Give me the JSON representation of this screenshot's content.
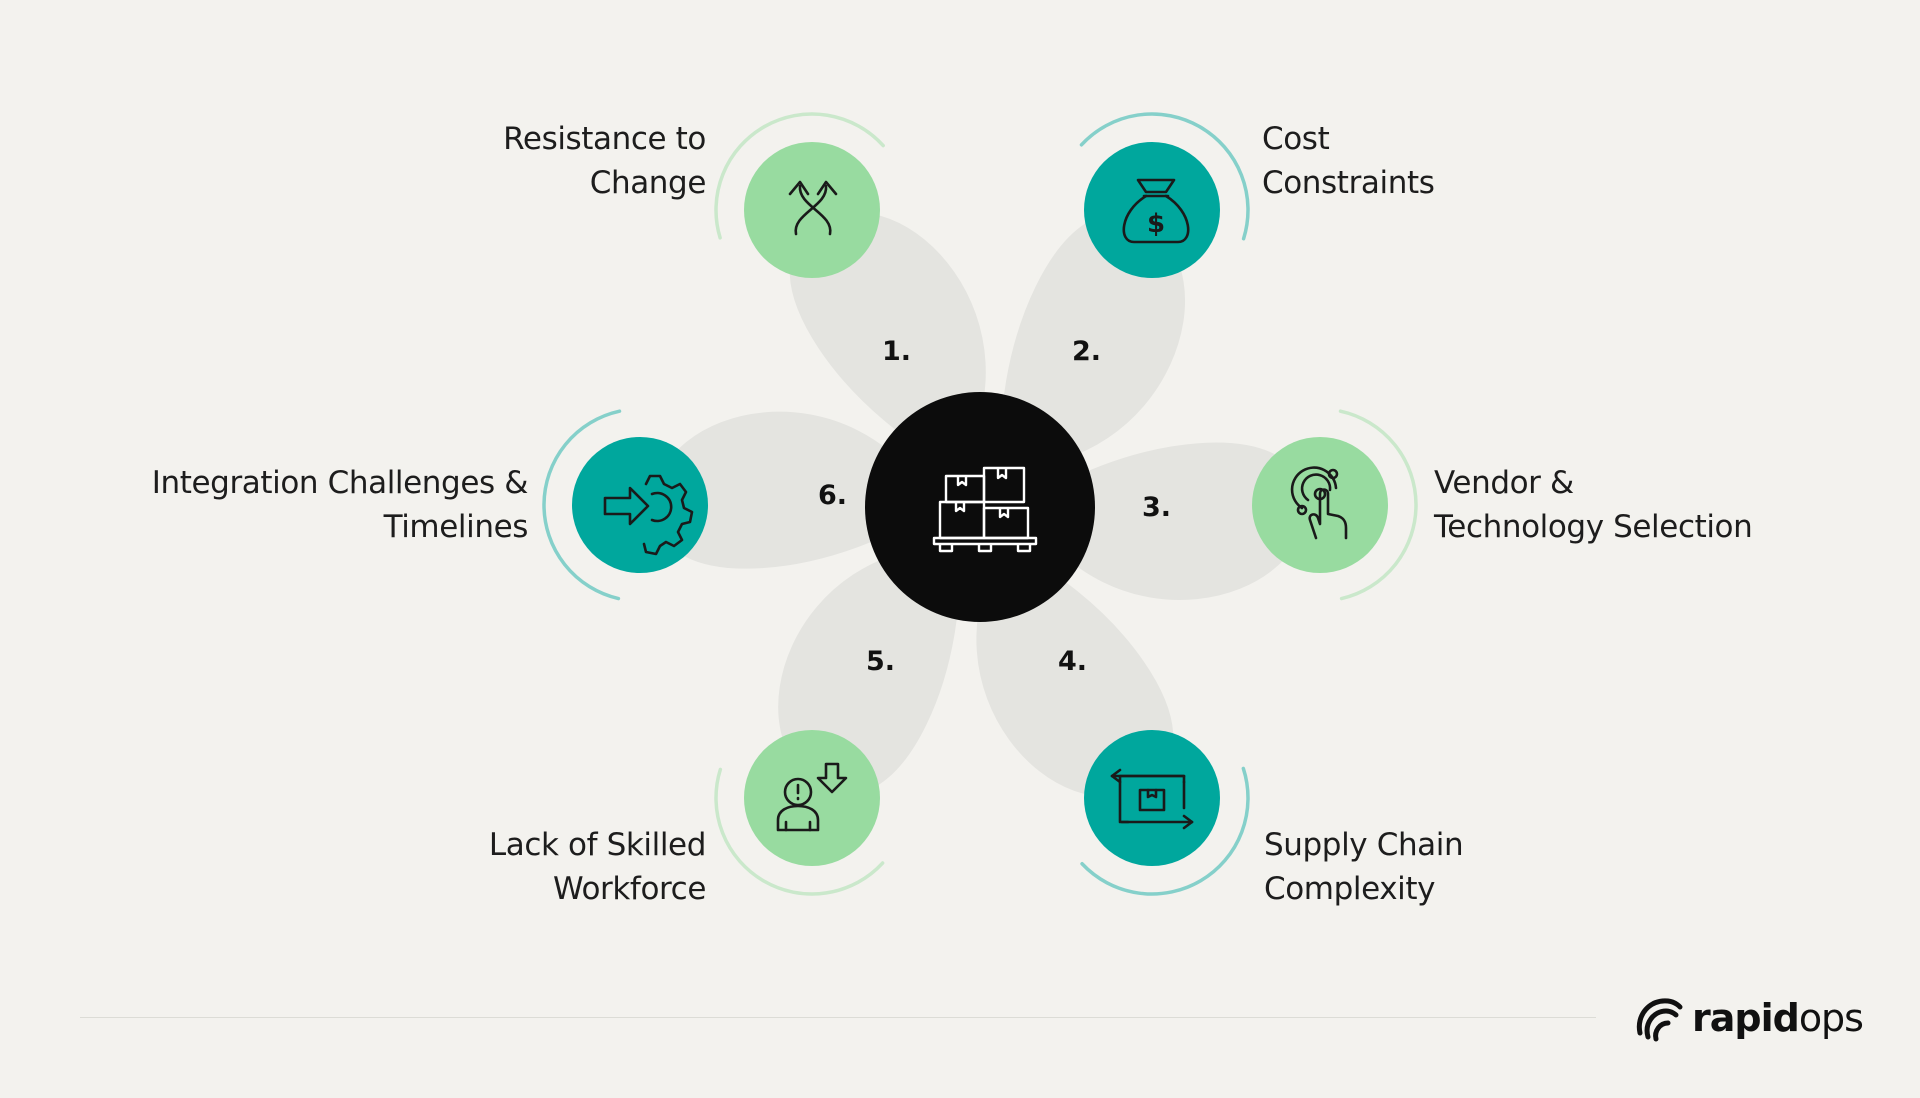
{
  "diagram": {
    "center_icon": "pallet-boxes-icon",
    "items": [
      {
        "number": "1.",
        "line1": "Resistance to",
        "line2": "Change",
        "icon": "crossing-arrows-icon",
        "color": "#98dba0"
      },
      {
        "number": "2.",
        "line1": "Cost",
        "line2": "Constraints",
        "icon": "money-bag-icon",
        "color": "#00a79d"
      },
      {
        "number": "3.",
        "line1": "Vendor &",
        "line2": "Technology Selection",
        "icon": "touch-target-icon",
        "color": "#98dba0"
      },
      {
        "number": "4.",
        "line1": "Supply Chain",
        "line2": "Complexity",
        "icon": "box-transfer-icon",
        "color": "#00a79d"
      },
      {
        "number": "5.",
        "line1": "Lack of Skilled",
        "line2": "Workforce",
        "icon": "worker-alert-icon",
        "color": "#98dba0"
      },
      {
        "number": "6.",
        "line1": "Integration Challenges &",
        "line2": "Timelines",
        "icon": "arrow-gear-icon",
        "color": "#00a79d"
      }
    ]
  },
  "brand": {
    "name_bold": "rapid",
    "name_light": "ops",
    "icon": "rapidops-logo-icon"
  },
  "colors": {
    "background": "#f3f2ee",
    "petal": "#e4e4e0",
    "center": "#0c0c0c",
    "green": "#98dba0",
    "teal": "#00a79d"
  }
}
